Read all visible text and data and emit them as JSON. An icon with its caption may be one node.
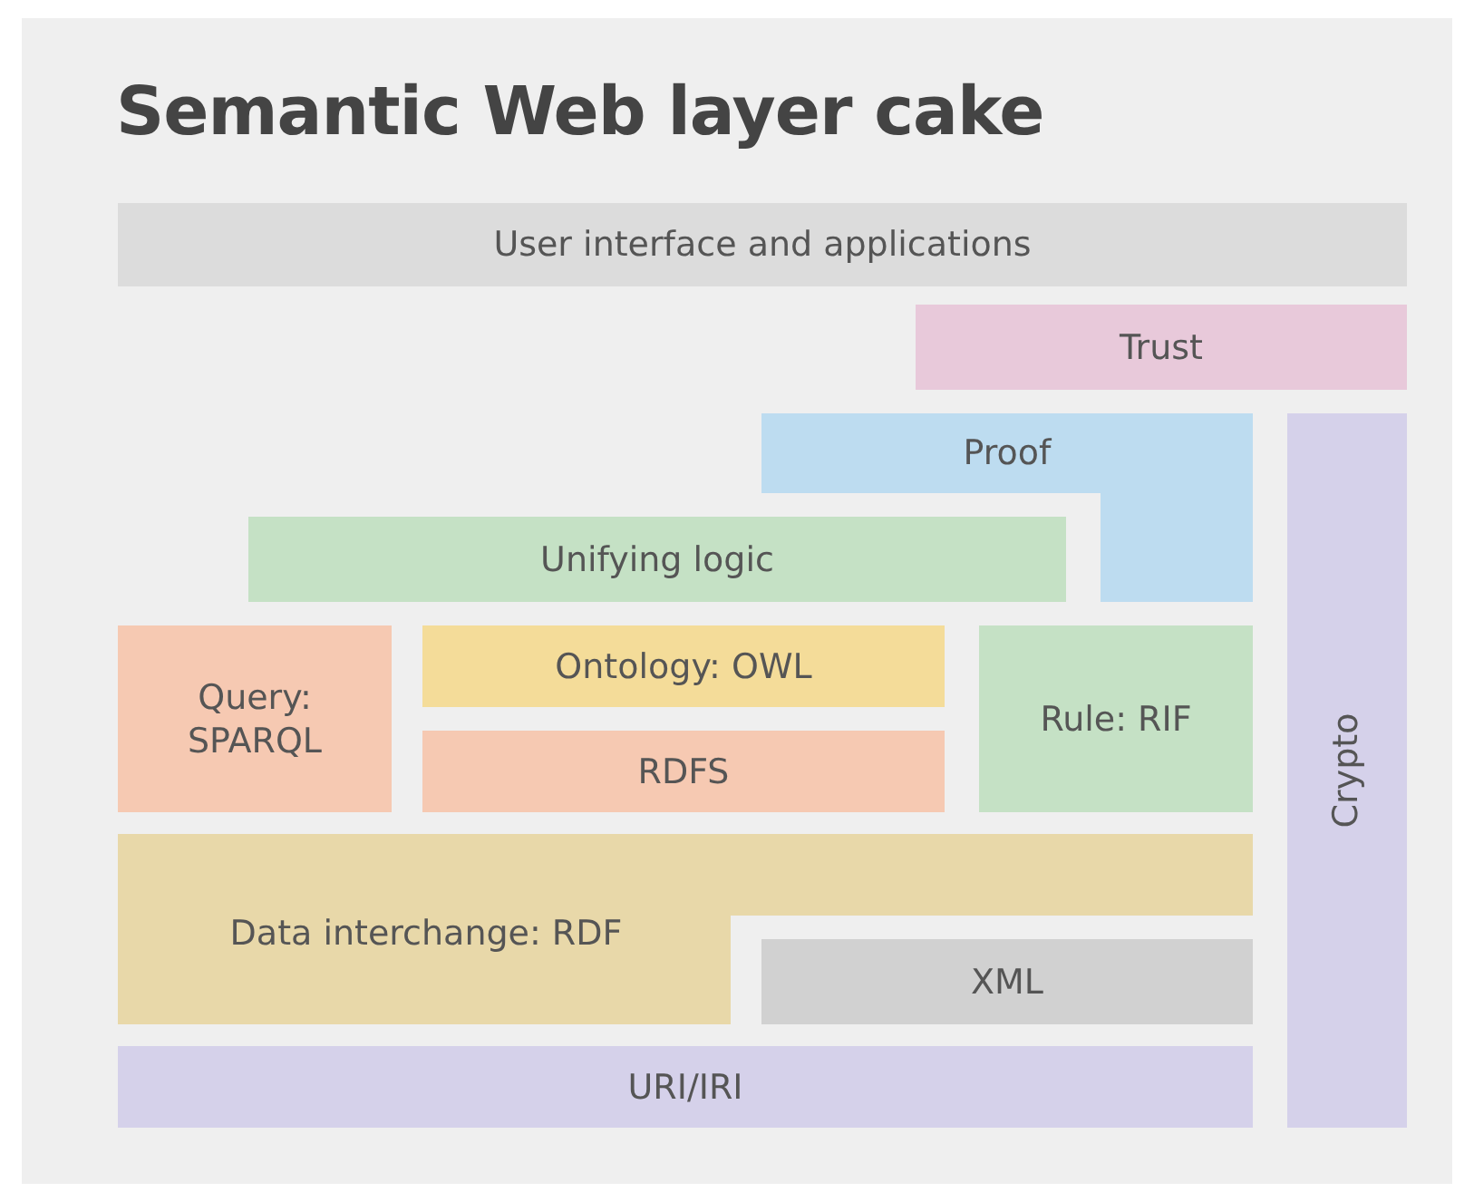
{
  "diagram": {
    "title": "Semantic Web layer cake",
    "nodes": [
      {
        "text": [
          "User interface and applications"
        ]
      },
      {
        "text": [
          "Trust"
        ]
      },
      {
        "text": [
          "Proof"
        ]
      },
      {
        "text": [
          "Crypto"
        ]
      },
      {
        "text": [
          "Unifying logic"
        ]
      },
      {
        "text": [
          "Query: SPARQL"
        ]
      },
      {
        "text": [
          "Ontology: OWL"
        ]
      },
      {
        "text": [
          "Rule: RIF"
        ]
      },
      {
        "text": [
          "RDFS"
        ]
      },
      {
        "text": [
          "Data interchange: RDF"
        ]
      },
      {
        "text": [
          "XML"
        ]
      },
      {
        "text": [
          "URI/IRI"
        ]
      }
    ],
    "edges": []
  }
}
